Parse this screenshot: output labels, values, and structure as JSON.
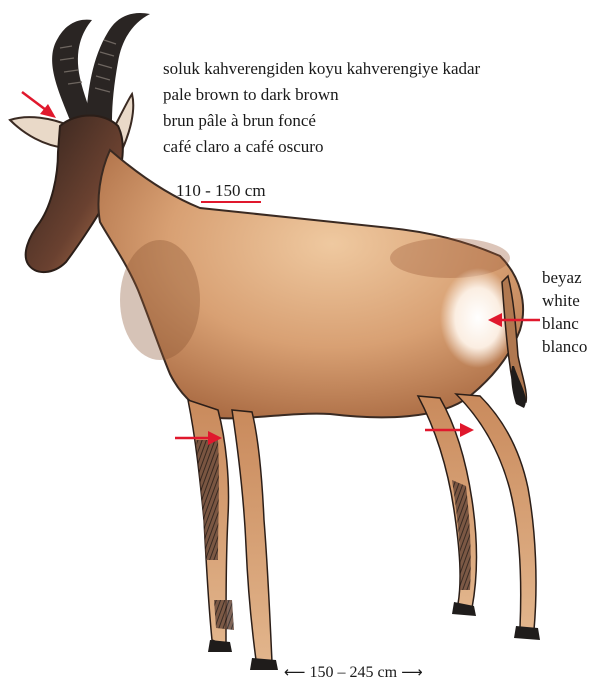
{
  "coat_color": {
    "tr": "soluk kahverengiden koyu kahverengiye kadar",
    "en": "pale brown to dark brown",
    "fr": "brun pâle à brun foncé",
    "es": "café claro a café oscuro"
  },
  "rump_color": {
    "tr": "beyaz",
    "en": "white",
    "fr": "blanc",
    "es": "blanco"
  },
  "shoulder_height": {
    "value": "110 - 150",
    "unit": "cm"
  },
  "body_length": {
    "value": "150 – 245",
    "unit": "cm"
  },
  "colors": {
    "pointer": "#e0182d",
    "body_light": "#e8b98e",
    "body_mid": "#c98a5c",
    "body_dark": "#8a5232",
    "head_dark": "#3e2a22",
    "horn": "#2a2523",
    "hoof": "#1f1c1b"
  }
}
